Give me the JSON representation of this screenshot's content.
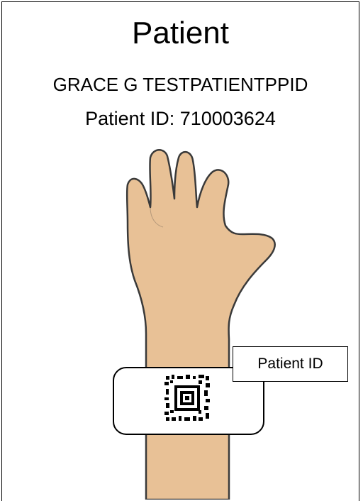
{
  "card": {
    "title": "Patient",
    "patient_name": "GRACE G TESTPATIENTPPID",
    "patient_id_line": "Patient ID: 710003624"
  },
  "wristband": {
    "label": "Patient ID",
    "barcode_icon": "2d-barcode-icon"
  },
  "illustration": {
    "icon": "hand-icon",
    "skin_color": "#e8c196",
    "outline_color": "#3a3a3a"
  }
}
